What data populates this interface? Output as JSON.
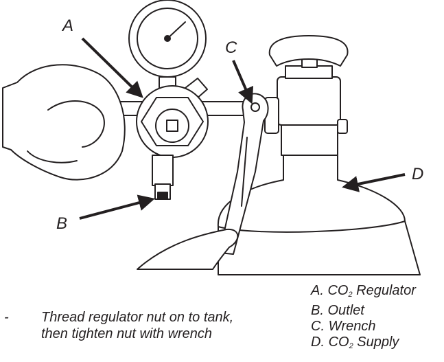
{
  "callouts": {
    "a": "A",
    "b": "B",
    "c": "C",
    "d": "D"
  },
  "legend": [
    {
      "letter": "A.",
      "pre": "CO",
      "sub": "2",
      "post": " Regulator"
    },
    {
      "letter": "B.",
      "pre": "Outlet",
      "sub": "",
      "post": ""
    },
    {
      "letter": "C.",
      "pre": "Wrench",
      "sub": "",
      "post": ""
    },
    {
      "letter": "D.",
      "pre": "CO",
      "sub": "2",
      "post": " Supply"
    }
  ],
  "instruction": {
    "bullet": "-",
    "line1": "Thread regulator nut on to tank,",
    "line2": "then tighten nut with wrench"
  },
  "colors": {
    "ink": "#231f20",
    "background": "#ffffff"
  }
}
